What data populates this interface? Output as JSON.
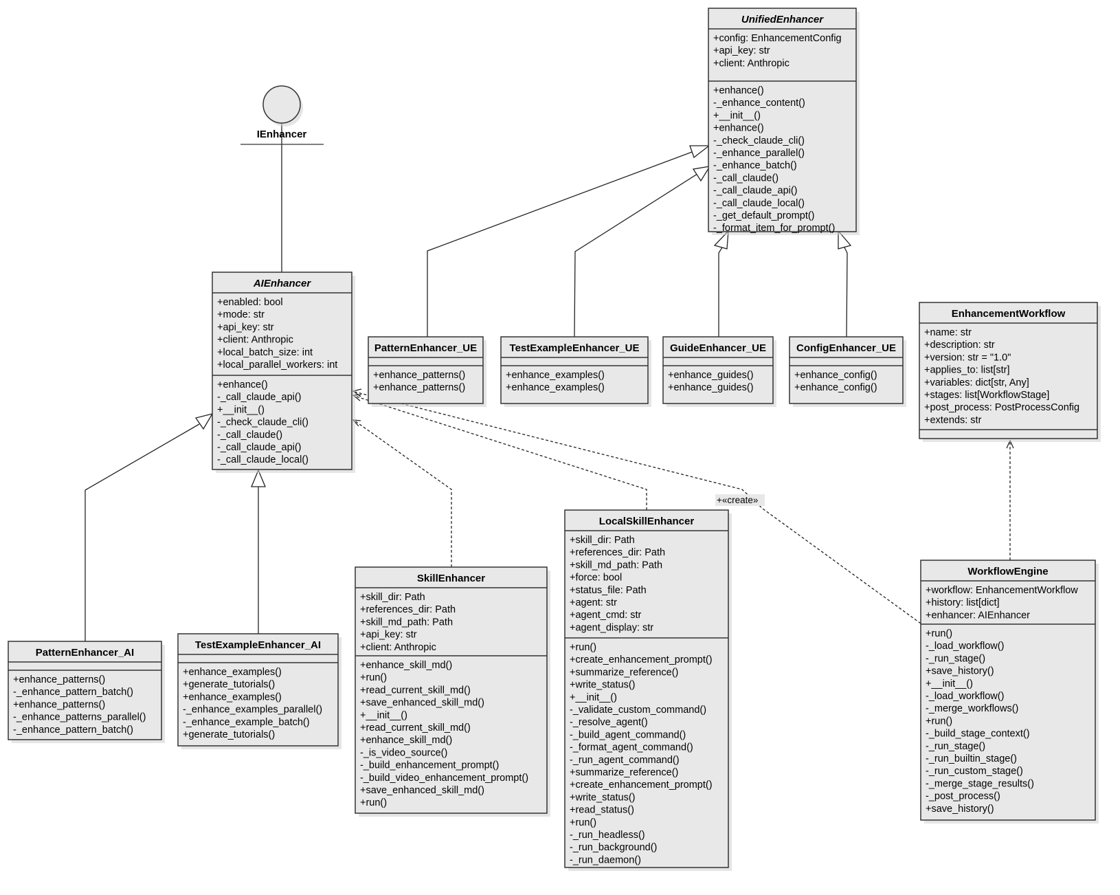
{
  "interface": {
    "name": "IEnhancer"
  },
  "classes": {
    "unified": {
      "name": "UnifiedEnhancer",
      "abstract": true,
      "attributes": [
        "+config: EnhancementConfig",
        "+api_key: str",
        "+client: Anthropic"
      ],
      "operations": [
        "+enhance()",
        "-_enhance_content()",
        "+__init__()",
        "+enhance()",
        "-_check_claude_cli()",
        "-_enhance_parallel()",
        "-_enhance_batch()",
        "-_call_claude()",
        "-_call_claude_api()",
        "-_call_claude_local()",
        "-_get_default_prompt()",
        "-_format_item_for_prompt()"
      ]
    },
    "ai": {
      "name": "AIEnhancer",
      "abstract": true,
      "attributes": [
        "+enabled: bool",
        "+mode: str",
        "+api_key: str",
        "+client: Anthropic",
        "+local_batch_size: int",
        "+local_parallel_workers: int"
      ],
      "operations": [
        "+enhance()",
        "-_call_claude_api()",
        "+__init__()",
        "-_check_claude_cli()",
        "-_call_claude()",
        "-_call_claude_api()",
        "-_call_claude_local()"
      ]
    },
    "pattern_ue": {
      "name": "PatternEnhancer_UE",
      "abstract": false,
      "attributes": [],
      "operations": [
        "+enhance_patterns()",
        "+enhance_patterns()"
      ]
    },
    "testexample_ue": {
      "name": "TestExampleEnhancer_UE",
      "abstract": false,
      "attributes": [],
      "operations": [
        "+enhance_examples()",
        "+enhance_examples()"
      ]
    },
    "guide_ue": {
      "name": "GuideEnhancer_UE",
      "abstract": false,
      "attributes": [],
      "operations": [
        "+enhance_guides()",
        "+enhance_guides()"
      ]
    },
    "config_ue": {
      "name": "ConfigEnhancer_UE",
      "abstract": false,
      "attributes": [],
      "operations": [
        "+enhance_config()",
        "+enhance_config()"
      ]
    },
    "workflow": {
      "name": "EnhancementWorkflow",
      "abstract": false,
      "attributes": [
        "+name: str",
        "+description: str",
        "+version: str = \"1.0\"",
        "+applies_to: list[str]",
        "+variables: dict[str, Any]",
        "+stages: list[WorkflowStage]",
        "+post_process: PostProcessConfig",
        "+extends: str"
      ],
      "operations": []
    },
    "pattern_ai": {
      "name": "PatternEnhancer_AI",
      "abstract": false,
      "attributes": [],
      "operations": [
        "+enhance_patterns()",
        "-_enhance_pattern_batch()",
        "+enhance_patterns()",
        "-_enhance_patterns_parallel()",
        "-_enhance_pattern_batch()"
      ]
    },
    "testexample_ai": {
      "name": "TestExampleEnhancer_AI",
      "abstract": false,
      "attributes": [],
      "operations": [
        "+enhance_examples()",
        "+generate_tutorials()",
        "+enhance_examples()",
        "-_enhance_examples_parallel()",
        "-_enhance_example_batch()",
        "+generate_tutorials()"
      ]
    },
    "skill": {
      "name": "SkillEnhancer",
      "abstract": false,
      "attributes": [
        "+skill_dir: Path",
        "+references_dir: Path",
        "+skill_md_path: Path",
        "+api_key: str",
        "+client: Anthropic"
      ],
      "operations": [
        "+enhance_skill_md()",
        "+run()",
        "+read_current_skill_md()",
        "+save_enhanced_skill_md()",
        "+__init__()",
        "+read_current_skill_md()",
        "+enhance_skill_md()",
        "-_is_video_source()",
        "-_build_enhancement_prompt()",
        "-_build_video_enhancement_prompt()",
        "+save_enhanced_skill_md()",
        "+run()"
      ]
    },
    "localskill": {
      "name": "LocalSkillEnhancer",
      "abstract": false,
      "attributes": [
        "+skill_dir: Path",
        "+references_dir: Path",
        "+skill_md_path: Path",
        "+force: bool",
        "+status_file: Path",
        "+agent: str",
        "+agent_cmd: str",
        "+agent_display: str"
      ],
      "operations": [
        "+run()",
        "+create_enhancement_prompt()",
        "+summarize_reference()",
        "+write_status()",
        "+__init__()",
        "-_validate_custom_command()",
        "-_resolve_agent()",
        "-_build_agent_command()",
        "-_format_agent_command()",
        "-_run_agent_command()",
        "+summarize_reference()",
        "+create_enhancement_prompt()",
        "+write_status()",
        "+read_status()",
        "+run()",
        "-_run_headless()",
        "-_run_background()",
        "-_run_daemon()"
      ]
    },
    "engine": {
      "name": "WorkflowEngine",
      "abstract": false,
      "attributes": [
        "+workflow: EnhancementWorkflow",
        "+history: list[dict]",
        "+enhancer: AIEnhancer"
      ],
      "operations": [
        "+run()",
        "-_load_workflow()",
        "-_run_stage()",
        "+save_history()",
        "+__init__()",
        "-_load_workflow()",
        "-_merge_workflows()",
        "+run()",
        "-_build_stage_context()",
        "-_run_stage()",
        "-_run_builtin_stage()",
        "-_run_custom_stage()",
        "-_merge_stage_results()",
        "-_post_process()",
        "+save_history()"
      ]
    }
  },
  "edge_labels": {
    "create": "+«create»"
  }
}
